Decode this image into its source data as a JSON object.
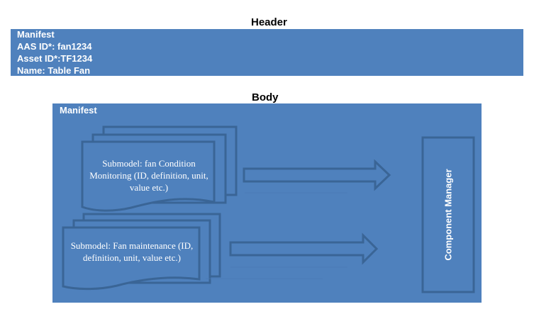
{
  "header": {
    "title": "Header",
    "lines": [
      "Manifest",
      "AAS ID*: fan1234",
      "Asset ID*:TF1234",
      "Name: Table Fan"
    ]
  },
  "body": {
    "title": "Body",
    "panel_label": "Manifest",
    "submodels": [
      {
        "label": "Submodel: fan Condition Monitoring (ID, definition, unit, value etc.)"
      },
      {
        "label": "Submodel: Fan maintenance (ID, definition, unit, value etc.)"
      }
    ],
    "component_manager": "Component Manager"
  },
  "colors": {
    "fill": "#4f81bd",
    "stroke": "#3a6596",
    "text_light": "#ffffff",
    "text_dark": "#000000"
  }
}
